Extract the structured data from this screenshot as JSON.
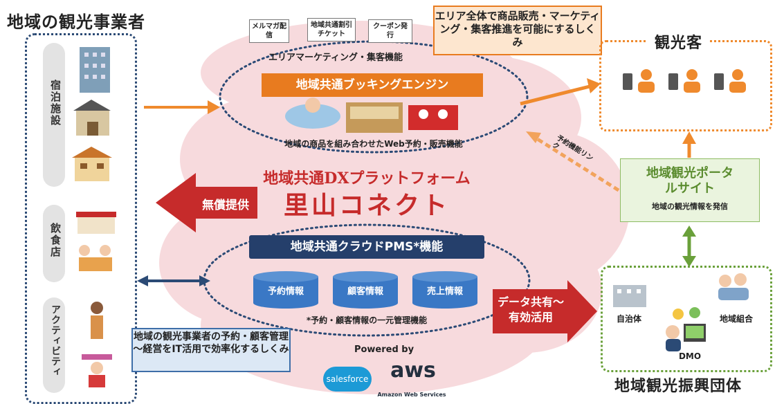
{
  "operators": {
    "title": "地域の観光事業者",
    "lodging_label": "宿泊施設",
    "food_label": "飲食店",
    "activity_label": "アクティビティ"
  },
  "tags": [
    "メルマガ配信",
    "地域共通割引チケット",
    "クーポン発行"
  ],
  "area_marketing": "エリアマーケティング・集客機能",
  "callout_top": "エリア全体で商品販売・マーケティング・集客推進を可能にするしくみ",
  "booking_engine": "地域共通ブッキングエンジン",
  "booking_caption": "地域の商品を組み合わせたWeb予約・販売機能",
  "platform_subtitle": "地域共通DXプラットフォーム",
  "platform_name": "里山コネクト",
  "free_arrow": "無償提供",
  "pms_title": "地域共通クラウドPMS*機能",
  "pms_items": [
    "予約情報",
    "顧客情報",
    "売上情報"
  ],
  "pms_note": "*予約・顧客情報の一元管理機能",
  "callout_bottom": "地域の観光事業者の予約・顧客管理～経営をIT活用で効率化するしくみ",
  "powered_by": "Powered by",
  "salesforce": "salesforce",
  "aws": "aws",
  "aws_sub": "Amazon Web Services",
  "data_share_arrow": "データ共有～有効活用",
  "tourists_title": "観光客",
  "reservation_link": "予約機能リンク",
  "portal": {
    "title": "地域観光ポータルサイト",
    "caption": "地域の観光情報を発信"
  },
  "org": {
    "title": "地域観光振興団体",
    "municipality": "自治体",
    "association": "地域組合",
    "dmo": "DMO"
  },
  "colors": {
    "navy": "#253f6b",
    "orange": "#e87b1f",
    "red": "#c62b2b",
    "green": "#6aa03a",
    "cloud": "#f7d9dc"
  }
}
